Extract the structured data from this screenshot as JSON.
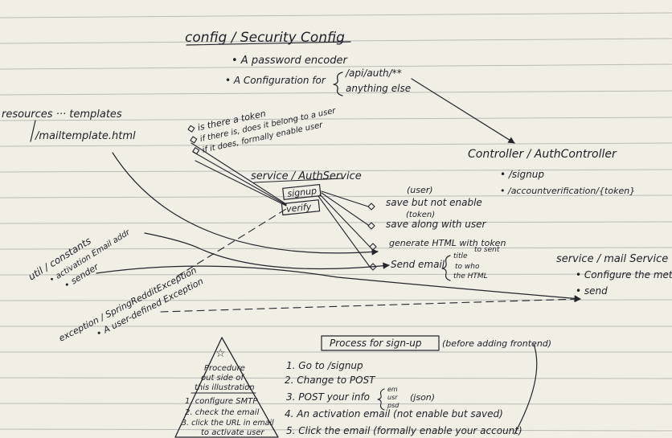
{
  "config": {
    "title": "config / Security Config",
    "item1": "• A password encoder",
    "item2": "• A Configuration for",
    "route1": "/api/auth/**",
    "route2": "anything else"
  },
  "resources": {
    "line1": "resources ··· templates",
    "line2": "/mailtemplate.html"
  },
  "filter": {
    "q1": "is there a token",
    "q2": "if there is, does it belong to a user",
    "q3": "if it does, formally enable user"
  },
  "controller": {
    "title": "Controller / AuthController",
    "ep1": "• /signup",
    "ep2": "• /accountverification/{token}"
  },
  "auth_service": {
    "title": "service / AuthService",
    "signup": "signup",
    "verify": "verify"
  },
  "steps": {
    "user_note": "(user)",
    "s1": "save but not enable",
    "token_note": "(token)",
    "s2": "save along with user",
    "s3": "generate HTML with token",
    "s4": "Send email",
    "title_note": "title",
    "to_sent": "to sent",
    "to_who": "to who",
    "the_html": "the HTML"
  },
  "constants": {
    "title": "util / constants",
    "a": "• activation Email addr",
    "b": "• sender"
  },
  "exception": {
    "title": "exception / SpringRedditException",
    "item": "• A user-defined Exception"
  },
  "mail_service": {
    "title": "service / mail Service",
    "a": "• Configure the meta",
    "b": "• send"
  },
  "procedure": {
    "header": "Process for sign-up",
    "suffix": "(before adding frontend)",
    "s1": "1. Go to /signup",
    "s2": "2. Change to POST",
    "s3": "3. POST your info",
    "s3_fields": [
      "em",
      "usr",
      "psd"
    ],
    "s3_tail": "(json)",
    "s4": "4. An activation email (not enable but saved)",
    "s5": "5. Click the email (formally enable your account)"
  },
  "triangle": {
    "symbol": "☆",
    "l1": "Procedure",
    "l2": "out side of",
    "l3": "this illustration",
    "i1": "1. configure SMTP",
    "i2": "2. check the email",
    "i3": "3. click the URL in email",
    "i4": "to activate user"
  }
}
